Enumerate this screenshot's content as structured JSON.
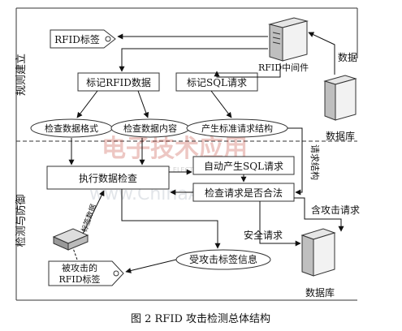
{
  "sections": {
    "rule_setup": "规则建立",
    "detect_defend": "检测与防御"
  },
  "nodes": {
    "rfid_tag": "RFID标签",
    "rfid_middleware": "RFID中间件",
    "data": "数据",
    "database_top": "数据库",
    "mark_rfid_data": "标记RFID数据",
    "mark_sql_request": "标记SQL请求",
    "check_data_format": "检查数据格式",
    "check_data_content": "检查数据内容",
    "gen_std_request_struct": "产生标准请求结构",
    "exec_data_check": "执行数据检查",
    "auto_gen_sql": "自动产生SQL请求",
    "check_request_legal": "检查请求是否合法",
    "request_struct": "请求结构",
    "contains_attack": "含攻击请求",
    "safe_request": "安全请求",
    "attacked_tag_info": "受攻击标签信息",
    "tag_data": "标签数据",
    "attacked_rfid_tag_line1": "被攻击的",
    "attacked_rfid_tag_line2": "RFID标签",
    "database_bottom": "数据库"
  },
  "caption": "图 2  RFID 攻击检测总体结构",
  "watermark": {
    "cn": "电子技术应用",
    "en": "APPLICATION OF ELECTRONIC TECHNIQUE",
    "url": "www.ChinaAET.com"
  }
}
